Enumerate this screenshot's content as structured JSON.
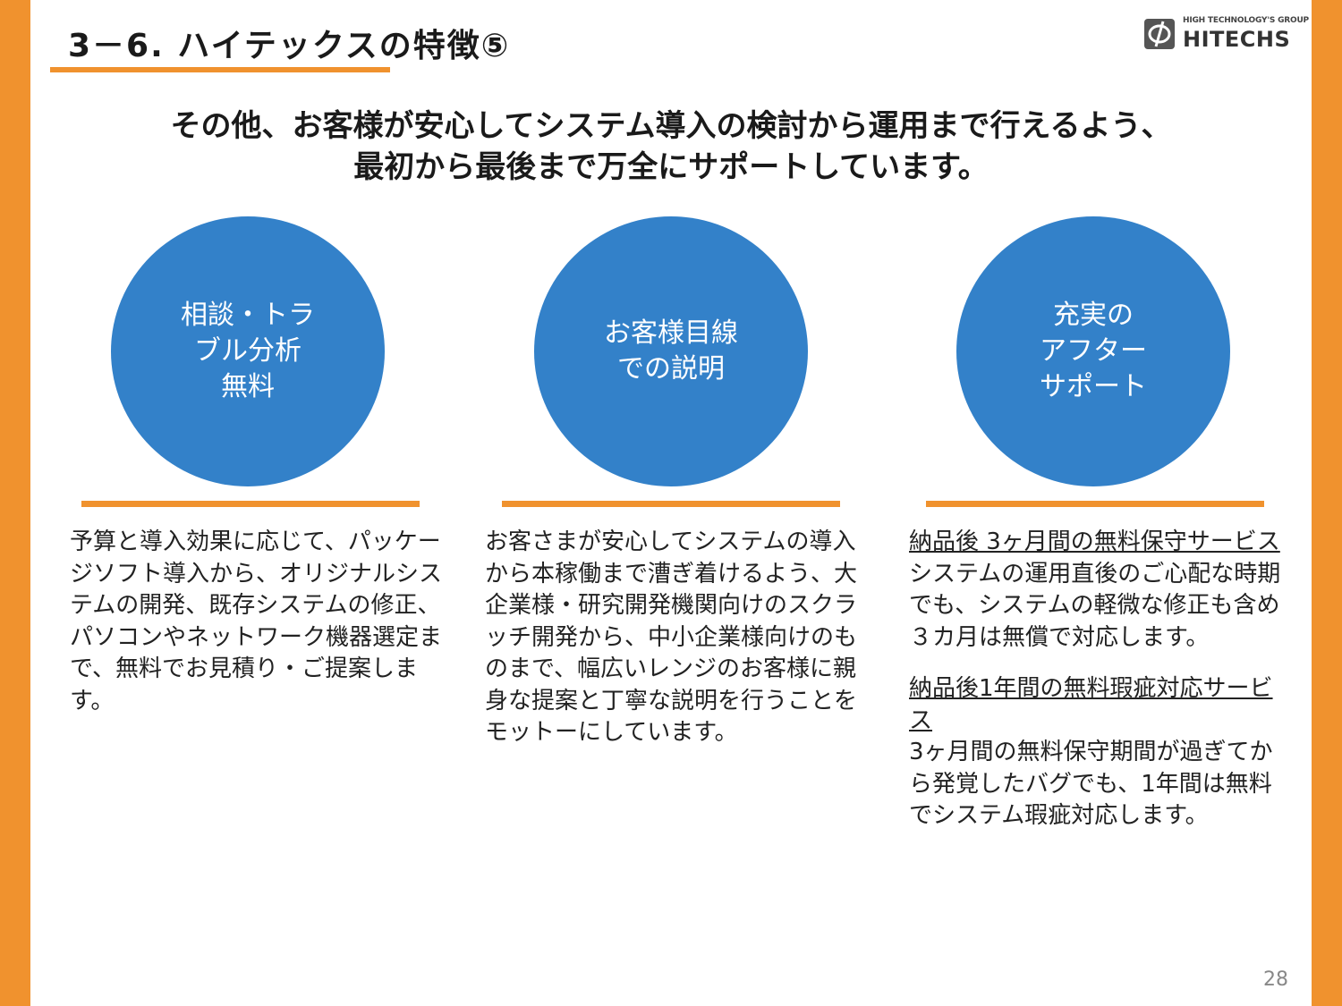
{
  "slide": {
    "title": "3－6. ハイテックスの特徴⑤",
    "page_number": "28"
  },
  "logo": {
    "tagline": "HIGH TECHNOLOGY'S GROUP",
    "name": "HITECHS"
  },
  "lead": {
    "line1": "その他、お客様が安心してシステム導入の検討から運用まで行えるよう、",
    "line2": "最初から最後まで万全にサポートしています。"
  },
  "features": [
    {
      "circle_lines": [
        "相談・トラ",
        "ブル分析",
        "無料"
      ],
      "description": "予算と導入効果に応じて、パッケージソフト導入から、オリジナルシステムの開発、既存システムの修正、パソコンやネットワーク機器選定まで、無料でお見積り・ご提案します。"
    },
    {
      "circle_lines": [
        "お客様目線",
        "での説明"
      ],
      "description": "お客さまが安心してシステムの導入から本稼働まで漕ぎ着けるよう、大企業様・研究開発機関向けのスクラッチ開発から、中小企業様向けのものまで、幅広いレンジのお客様に親身な提案と丁寧な説明を行うことをモットーにしています。"
    },
    {
      "circle_lines": [
        "充実の",
        "アフター",
        "サポート"
      ],
      "services": [
        {
          "heading": "納品後 3ヶ月間の無料保守サービス",
          "body": "システムの運用直後のご心配な時期でも、システムの軽微な修正も含め３カ月は無償で対応します。"
        },
        {
          "heading": "納品後1年間の無料瑕疵対応サービス",
          "body": "3ヶ月間の無料保守期間が過ぎてから発覚したバグでも、1年間は無料でシステム瑕疵対応します。"
        }
      ]
    }
  ],
  "colors": {
    "accent_orange": "#F0922E",
    "circle_blue": "#3381C9"
  }
}
